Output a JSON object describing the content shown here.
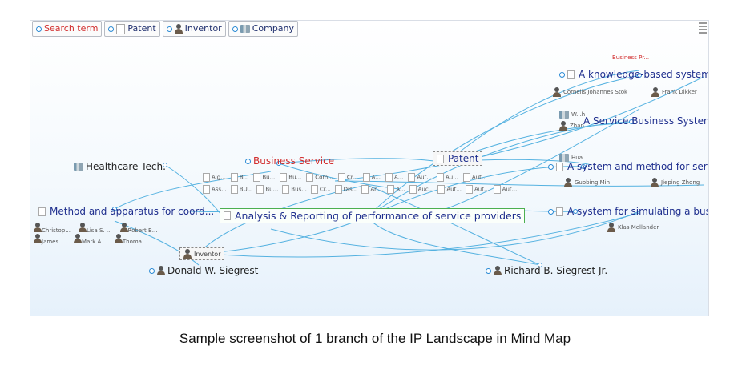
{
  "toolbar": {
    "search_term": "Search term",
    "patent": "Patent",
    "inventor": "Inventor",
    "company": "Company"
  },
  "map": {
    "central": "Analysis & Reporting of performance of service providers",
    "business_service": "Business Service",
    "business_pr": "Business Pr...",
    "patent_hub": "Patent",
    "healthcare": "Healthcare Tech.",
    "patents": [
      "A knowledge-based system & a...",
      "A Service Business System",
      "A system and method for service ...",
      "A system for simulating a busine...",
      "Method and apparatus for coord..."
    ],
    "inventors_right": [
      "Cornelis Johannes Stok",
      "Frank Dikker",
      "Guobing Min",
      "Jieping Zhong",
      "Klas Mellander"
    ],
    "inventors_left_row1": [
      "Christop...",
      "Lisa S. ...",
      "Robert B..."
    ],
    "inventors_left_row2": [
      "James ...",
      "Mark A...",
      "Thoma..."
    ],
    "small_labels": {
      "w": "W...h",
      "zhan": "Zhan...",
      "hua": "Hua..."
    },
    "inventor_box": "Inventor",
    "donald": "Donald W. Siegrest",
    "richard": "Richard B. Siegrest Jr.",
    "row1": [
      "Alg...",
      "B...",
      "Bu...",
      "Bu...",
      "Com...",
      "Cr...",
      "A...",
      "A...",
      "Aut...",
      "Au...",
      "Aut..."
    ],
    "row2": [
      "Ass...",
      "BU...",
      "Bu...",
      "Bus...",
      "Cr...",
      "Dis...",
      "An...",
      "A...",
      "Auc...",
      "Aut...",
      "Aut...",
      "Aut..."
    ]
  },
  "caption": "Sample screenshot of 1 branch of the IP Landscape in Mind Map",
  "colors": {
    "link": "#3aa6dc",
    "central_border": "#4caf50",
    "node_text": "#1f2f8e",
    "search_red": "#d12c2c"
  }
}
